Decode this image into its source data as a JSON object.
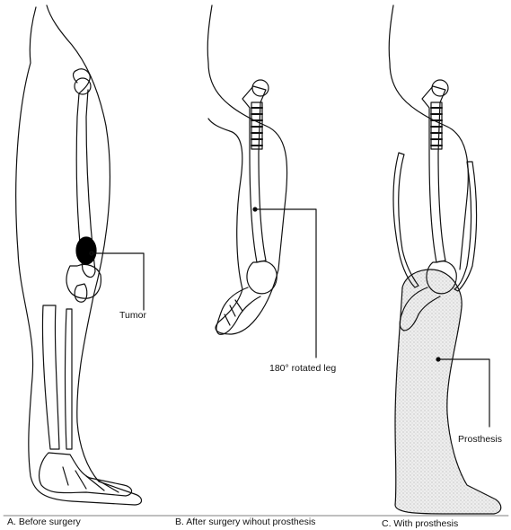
{
  "figure": {
    "panels": [
      {
        "id": "A",
        "caption": "A. Before surgery"
      },
      {
        "id": "B",
        "caption": "B. After surgery wihout prosthesis"
      },
      {
        "id": "C",
        "caption": "C. With prosthesis"
      }
    ],
    "callouts": {
      "tumor": "Tumor",
      "rotated_leg": "180° rotated leg",
      "prosthesis": "Prosthesis"
    },
    "colors": {
      "ink": "#111111",
      "tumor": "#000000",
      "prosthesis_fill": "#e6e6e6",
      "background": "#ffffff"
    }
  }
}
